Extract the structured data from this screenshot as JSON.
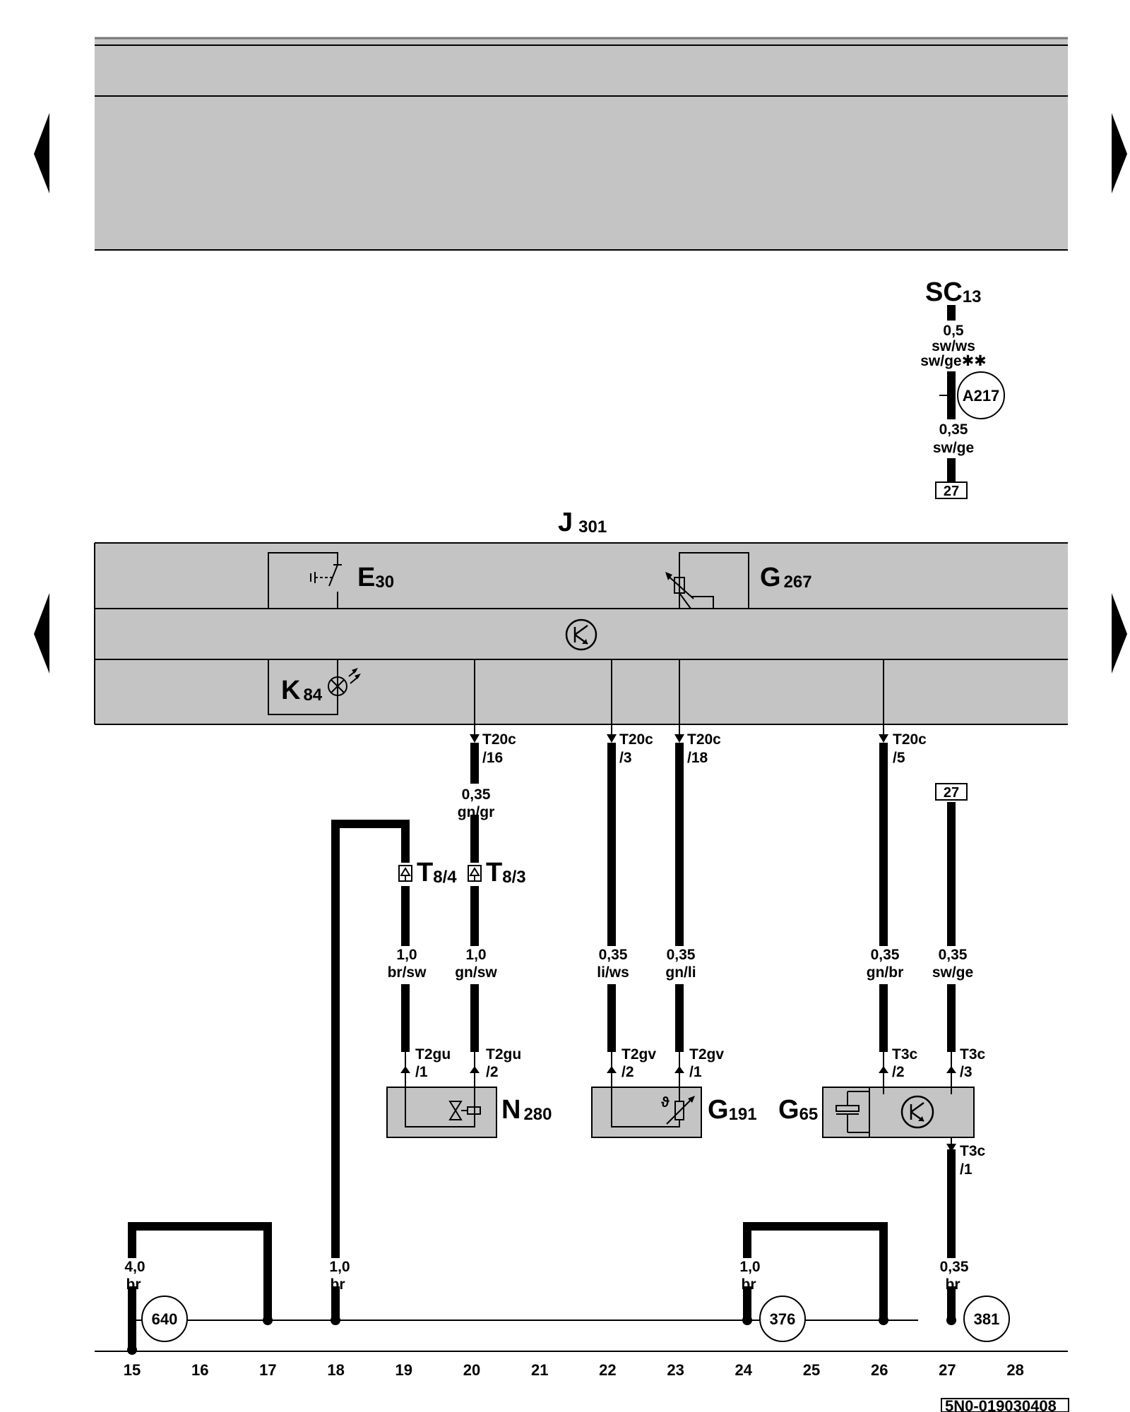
{
  "components": {
    "sc13": {
      "main": "SC",
      "sub": "13"
    },
    "j301": {
      "main": "J",
      "sub": "301"
    },
    "e30": {
      "main": "E",
      "sub": "30"
    },
    "g267": {
      "main": "G",
      "sub": "267"
    },
    "k84": {
      "main": "K",
      "sub": "84"
    },
    "n280": {
      "main": "N",
      "sub": "280"
    },
    "g191": {
      "main": "G",
      "sub": "191"
    },
    "g65": {
      "main": "G",
      "sub": "65"
    },
    "t8_4": {
      "main": "T",
      "sub": "8/4"
    },
    "t8_3": {
      "main": "T",
      "sub": "8/3"
    }
  },
  "wires": {
    "sc13_top": [
      "0,5",
      "sw/ws",
      "sw/ge✱✱"
    ],
    "sc13_bottom": [
      "0,35",
      "sw/ge"
    ],
    "w20_top": [
      "0,35",
      "gn/gr"
    ],
    "w19": [
      "1,0",
      "br/sw"
    ],
    "w20": [
      "1,0",
      "gn/sw"
    ],
    "w22": [
      "0,35",
      "li/ws"
    ],
    "w23": [
      "0,35",
      "gn/li"
    ],
    "w26": [
      "0,35",
      "gn/br"
    ],
    "w27": [
      "0,35",
      "sw/ge"
    ],
    "w15": [
      "4,0",
      "br"
    ],
    "w18": [
      "1,0",
      "br"
    ],
    "w24": [
      "1,0",
      "br"
    ],
    "w27_bottom": [
      "0,35",
      "br"
    ]
  },
  "pins": {
    "t20c_16": [
      "T20c",
      "/16"
    ],
    "t20c_3": [
      "T20c",
      "/3"
    ],
    "t20c_18": [
      "T20c",
      "/18"
    ],
    "t20c_5": [
      "T20c",
      "/5"
    ],
    "t2gu_1": [
      "T2gu",
      "/1"
    ],
    "t2gu_2": [
      "T2gu",
      "/2"
    ],
    "t2gv_2": [
      "T2gv",
      "/2"
    ],
    "t2gv_1": [
      "T2gv",
      "/1"
    ],
    "t3c_2": [
      "T3c",
      "/2"
    ],
    "t3c_3": [
      "T3c",
      "/3"
    ],
    "t3c_1": [
      "T3c",
      "/1"
    ]
  },
  "references": {
    "a217": "A217",
    "g640": "640",
    "g376": "376",
    "g381": "381",
    "box_top": "27",
    "box_mid": "27"
  },
  "columns": [
    "15",
    "16",
    "17",
    "18",
    "19",
    "20",
    "21",
    "22",
    "23",
    "24",
    "25",
    "26",
    "27",
    "28"
  ],
  "diagram_code": "5N0-019030408",
  "colors": {
    "panel": "#c4c4c4",
    "line": "#000000",
    "background": "#ffffff"
  }
}
